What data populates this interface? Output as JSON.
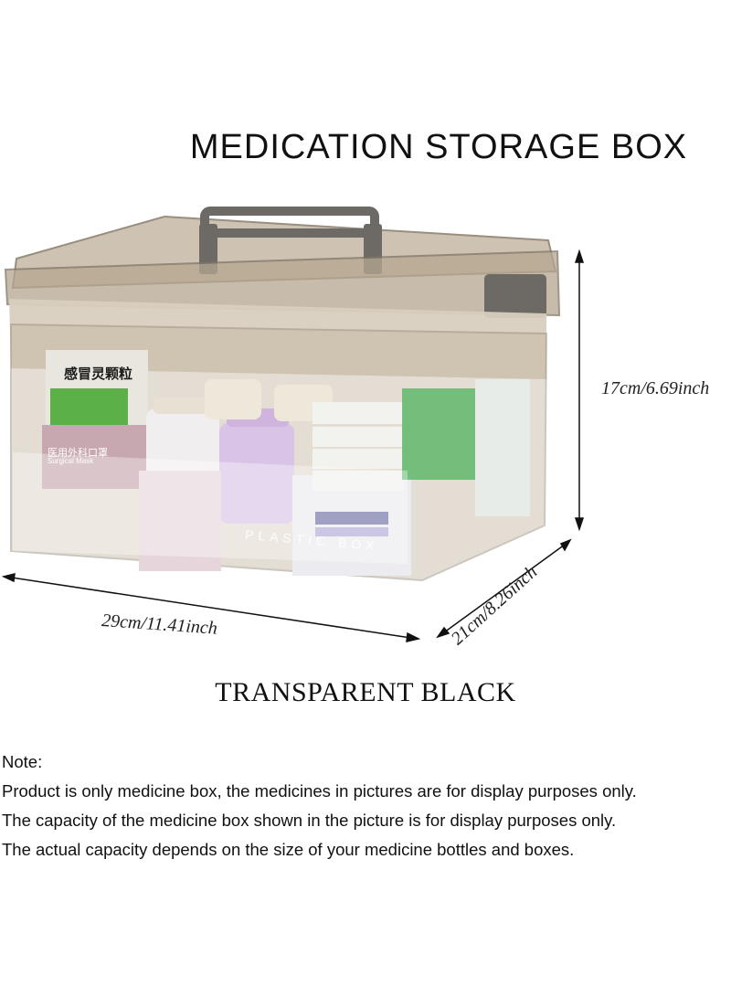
{
  "title": "MEDICATION STORAGE BOX",
  "dimensions": {
    "height": "17cm/6.69inch",
    "width": "29cm/11.41inch",
    "depth": "21cm/8.26inch"
  },
  "box_labels": {
    "cold_medicine": "感冒灵颗粒",
    "mask_cn": "医用外科口罩",
    "mask_en": "Surgical Mask",
    "plastic_box": "PLASTIC BOX"
  },
  "color_name": "TRANSPARENT BLACK",
  "notes": {
    "heading": "Note:",
    "lines": [
      "Product is only medicine box, the medicines in pictures are for display purposes only.",
      "The capacity of the medicine box shown in the picture is for display purposes only.",
      "The actual capacity depends on the size of your medicine bottles and boxes."
    ]
  },
  "colors": {
    "box_tint": "#b9ab98",
    "lid_edge": "#8e8272",
    "handle": "#6d6a66",
    "band": "#d9cfbf",
    "text": "#111111"
  }
}
